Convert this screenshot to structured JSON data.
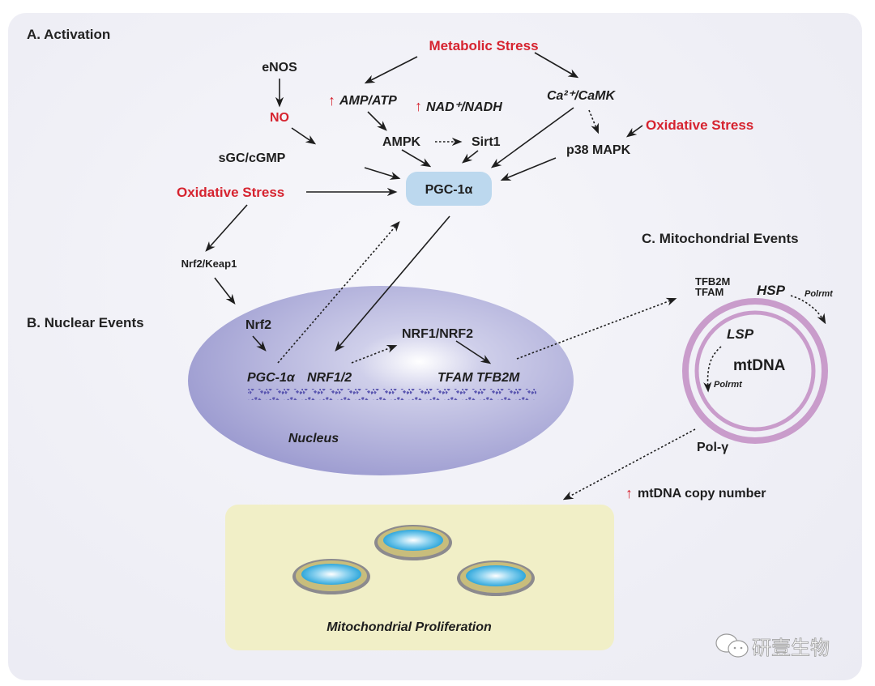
{
  "sections": {
    "activation": "A. Activation",
    "nuclear": "B. Nuclear Events",
    "mitochondrial": "C. Mitochondrial Events"
  },
  "activation": {
    "metabolic_stress": "Metabolic Stress",
    "enos": "eNOS",
    "no": "NO",
    "sgc": "sGC/cGMP",
    "amp_atp": "AMP/ATP",
    "nad": "NAD⁺/NADH",
    "ampk": "AMPK",
    "sirt1": "Sirt1",
    "ca": "Ca²⁺/CaMK",
    "p38": "p38 MAPK",
    "oxidative_stress_right": "Oxidative Stress",
    "oxidative_stress_left": "Oxidative Stress",
    "pgc": "PGC-1α",
    "up_arrow": "↑"
  },
  "nuclear": {
    "nrf2_keap1": "Nrf2/Keap1",
    "nrf2": "Nrf2",
    "pgc_gene": "PGC-1α",
    "nrf12_gene": "NRF1/2",
    "nrf1_nrf2": "NRF1/NRF2",
    "tfam_tfb2m": "TFAM TFB2M",
    "nucleus": "Nucleus"
  },
  "mitochondrial": {
    "tfb2m": "TFB2M",
    "tfam": "TFAM",
    "hsp": "HSP",
    "polrmt_outer": "Polrmt",
    "lsp": "LSP",
    "mtdna": "mtDNA",
    "polrmt_inner": "Polrmt",
    "pol_gamma": "Pol-γ",
    "copy_number": "mtDNA copy number",
    "up_arrow": "↑"
  },
  "proliferation": {
    "label": "Mitochondrial Proliferation"
  },
  "watermark": {
    "text": "研壹生物",
    "icon": "wechat-icon"
  },
  "colors": {
    "stress_red": "#d6232f",
    "pgc_box": "#bcd8ee",
    "nucleus": "#a9a8d6",
    "mtdna_ring": "#c99ccb",
    "proliferation_box": "#f1efc7",
    "mito_matrix": "#1ea4dc"
  }
}
